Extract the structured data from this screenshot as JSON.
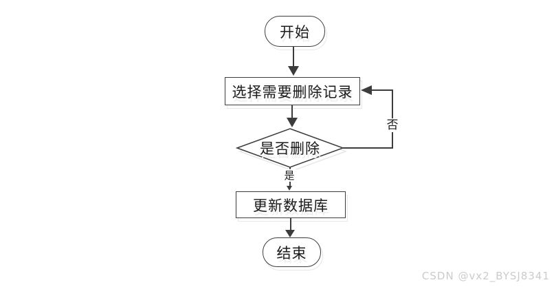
{
  "flowchart": {
    "nodes": [
      {
        "id": "start",
        "type": "terminator",
        "label": "开始"
      },
      {
        "id": "select-records",
        "type": "process",
        "label": "选择需要删除记录"
      },
      {
        "id": "confirm-delete",
        "type": "decision",
        "label": "是否删除"
      },
      {
        "id": "update-db",
        "type": "process",
        "label": "更新数据库"
      },
      {
        "id": "end",
        "type": "terminator",
        "label": "结束"
      }
    ],
    "edges": [
      {
        "from": "start",
        "to": "select-records",
        "label": ""
      },
      {
        "from": "select-records",
        "to": "confirm-delete",
        "label": ""
      },
      {
        "from": "confirm-delete",
        "to": "select-records",
        "label": "否"
      },
      {
        "from": "confirm-delete",
        "to": "update-db",
        "label": "是"
      },
      {
        "from": "update-db",
        "to": "end",
        "label": ""
      }
    ],
    "colors": {
      "line": "#3c3c3c",
      "node_border": "#3c3c3c",
      "node_fill": "#ffffff",
      "shadow": "#e7e7e7",
      "text": "#1b1b1b"
    }
  },
  "watermark": {
    "text": "CSDN @vx2_BYSJ8341",
    "color": "#cbcbcb"
  }
}
